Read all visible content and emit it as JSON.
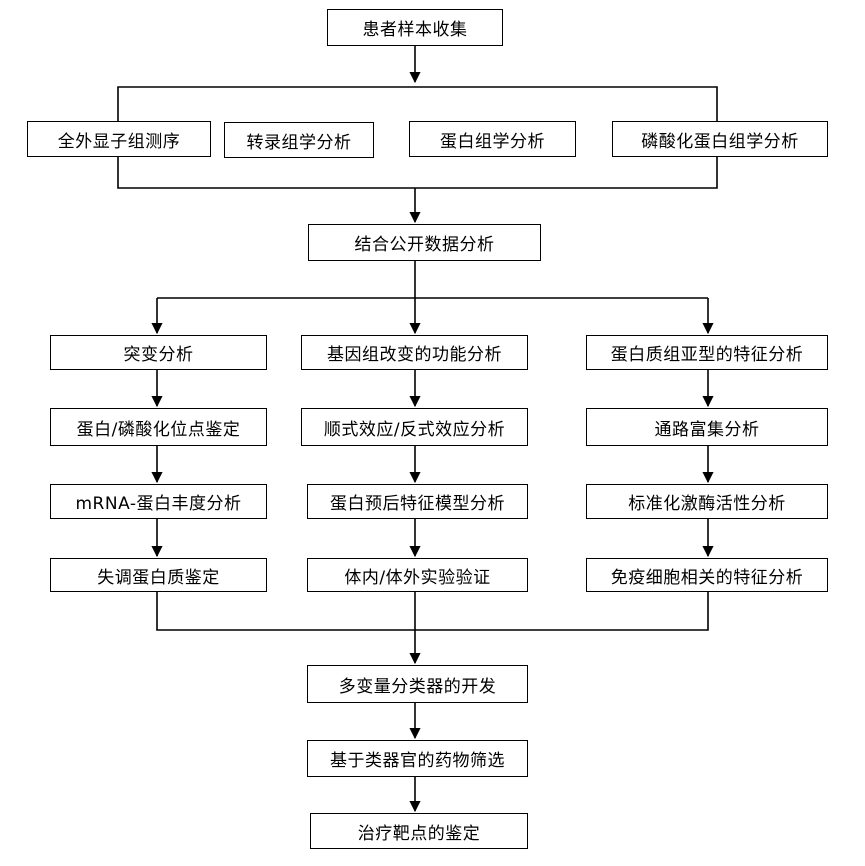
{
  "nodes": {
    "collect": "患者样本收集",
    "wes": "全外显子组测序",
    "transcriptome": "转录组学分析",
    "proteome": "蛋白组学分析",
    "phospho": "磷酸化蛋白组学分析",
    "integrate": "结合公开数据分析",
    "mutation": "突变分析",
    "genomic_function": "基因组改变的功能分析",
    "subtype": "蛋白质组亚型的特征分析",
    "site_id": "蛋白/磷酸化位点鉴定",
    "cis_trans": "顺式效应/反式效应分析",
    "pathway": "通路富集分析",
    "mrna_abundance": "mRNA-蛋白丰度分析",
    "prognosis": "蛋白预后特征模型分析",
    "kinase": "标准化激酶活性分析",
    "dysregulated": "失调蛋白质鉴定",
    "validation": "体内/体外实验验证",
    "immune": "免疫细胞相关的特征分析",
    "classifier": "多变量分类器的开发",
    "organoid": "基于类器官的药物筛选",
    "target": "治疗靶点的鉴定"
  }
}
